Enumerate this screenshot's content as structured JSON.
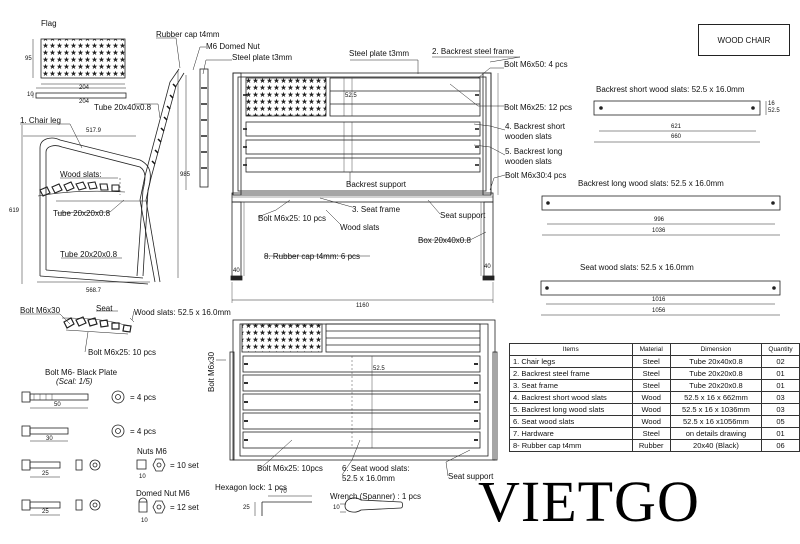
{
  "title_block": "WOOD CHAIR",
  "brand": "VIETGO",
  "flag": {
    "title": "Flag",
    "dim_w": "204",
    "dim_h": "95",
    "dim_small": "10",
    "dim_bottom": "204"
  },
  "side_view": {
    "rubber_cap": "Rubber cap t4mm",
    "domed_nut": "M6 Domed Nut",
    "steel_plate": "Steel plate t3mm",
    "tube_top": "Tube 20x40x0.8",
    "chair_leg": "1. Chair leg",
    "wood_slats": "Wood slats:",
    "tube_mid": "Tube 20x20x0.8",
    "tube_bottom": "Tube 20x20x0.8",
    "dim_517": "517.9",
    "dim_568": "568.7",
    "dim_619": "619",
    "dim_985": "985"
  },
  "front_view": {
    "steel_plate": "Steel plate t3mm",
    "backrest_frame": "2. Backrest steel frame",
    "bolt_m6x50": "Bolt M6x50: 4 pcs",
    "bolt_m6x25_12": "Bolt M6x25: 12 pcs",
    "short_slats_1": "4. Backrest short",
    "short_slats_2": "wooden slats",
    "long_slats_1": "5. Backrest long",
    "long_slats_2": "wooden slats",
    "bolt_m6x30_4": "Bolt M6x30:4 pcs",
    "backrest_support": "Backrest support",
    "seat_frame": "3. Seat frame",
    "seat_support": "Seat support",
    "bolt_m6x25_10": "Bolt M6x25: 10 pcs",
    "wood_slats": "Wood slats",
    "box": "Box 20x40x0.8",
    "rubber_cap_6": "8. Rubber cap t4mm: 6 pcs",
    "dim_1160": "1160",
    "dim_40a": "40",
    "dim_40b": "40",
    "dim_525": "52.5"
  },
  "seat_detail": {
    "bolt_m6x30": "Bolt M6x30",
    "seat": "Seat",
    "wood_slats": "Wood slats: 52.5 x 16.0mm",
    "bolt_m6x25": "Bolt M6x25: 10 pcs"
  },
  "plan_view": {
    "bolt_m6x30": "Bolt M6x30",
    "bolt_m6x25": "Bolt M6x25: 10pcs",
    "seat_slats_1": "6. Seat wood slats:",
    "seat_slats_2": "52.5 x 16.0mm",
    "seat_support": "Seat support",
    "dim_525": "52.5"
  },
  "slats": {
    "short_title": "Backrest short wood slats: 52.5 x 16.0mm",
    "short_inner": "621",
    "short_outer": "660",
    "long_title": "Backrest long wood slats: 52.5 x 16.0mm",
    "long_inner": "996",
    "long_outer": "1036",
    "seat_title": "Seat wood slats: 52.5 x 16.0mm",
    "seat_inner": "1016",
    "seat_outer": "1056",
    "dim_16": "16",
    "dim_525": "52.5"
  },
  "hardware": {
    "title": "Bolt M6- Black Plate",
    "scale": "(Scal: 1/5)",
    "qty_a": "= 4 pcs",
    "qty_b": "= 4 pcs",
    "dim_50": "50",
    "dim_30": "30",
    "dim_25a": "25",
    "dim_25b": "25",
    "dim_10a": "10",
    "dim_10b": "10",
    "nuts_title": "Nuts M6",
    "nuts_qty": "= 10 set",
    "domed_title": "Domed Nut M6",
    "domed_qty": "= 12 set",
    "hex_lock": "Hexagon lock: 1 pcs",
    "hex_70": "70",
    "hex_25": "25",
    "wrench": "Wrench (Spanner) : 1 pcs",
    "wrench_10": "10"
  },
  "bom": {
    "headers": [
      "Items",
      "Material",
      "Dimension",
      "Quantity"
    ],
    "rows": [
      [
        "1. Chair legs",
        "Steel",
        "Tube 20x40x0.8",
        "02"
      ],
      [
        "2. Backrest steel frame",
        "Steel",
        "Tube 20x20x0.8",
        "01"
      ],
      [
        "3. Seat frame",
        "Steel",
        "Tube 20x20x0.8",
        "01"
      ],
      [
        "4. Backrest short wood slats",
        "Wood",
        "52.5 x 16 x 662mm",
        "03"
      ],
      [
        "5. Backrest long wood slats",
        "Wood",
        "52.5 x 16 x 1036mm",
        "03"
      ],
      [
        "6. Seat wood slats",
        "Wood",
        "52.5 x 16 x1056mm",
        "05"
      ],
      [
        "7. Hardware",
        "Steel",
        "on details drawing",
        "01"
      ],
      [
        "8- Rubber cap t4mm",
        "Rubber",
        "20x40  (Black)",
        "06"
      ]
    ]
  }
}
